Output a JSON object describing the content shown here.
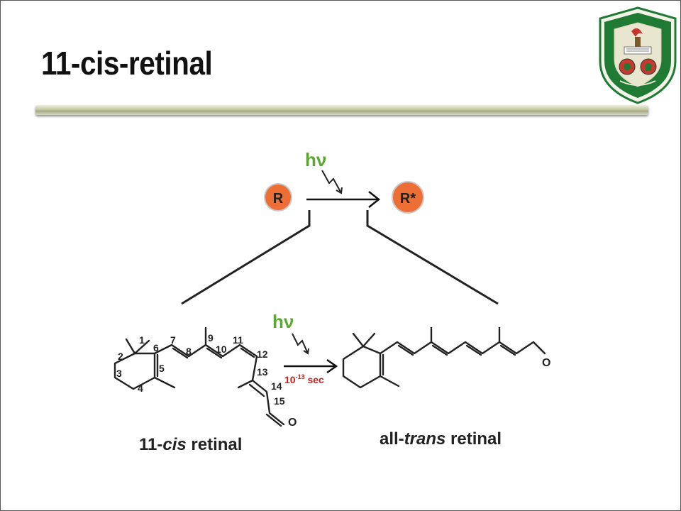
{
  "slide": {
    "title": "11-cis-retinal"
  },
  "top_reaction": {
    "light": "hν",
    "reactant": "R",
    "product": "R*"
  },
  "bottom_reaction": {
    "light": "hν",
    "time_base": "10",
    "time_exp": "-13",
    "time_unit": " sec",
    "left_label_prefix": "11-",
    "left_label_italic": "cis",
    "left_label_suffix": " retinal",
    "right_label_prefix": "all-",
    "right_label_italic": "trans",
    "right_label_suffix": " retinal",
    "atom_numbers": [
      "1",
      "2",
      "3",
      "4",
      "5",
      "6",
      "7",
      "8",
      "9",
      "10",
      "11",
      "12",
      "13",
      "14",
      "15"
    ],
    "oxygen": "O"
  },
  "colors": {
    "light_green": "#5aa832",
    "circle_orange": "#ee6f35",
    "time_red": "#c8201c",
    "logo_green": "#1f7a34"
  }
}
